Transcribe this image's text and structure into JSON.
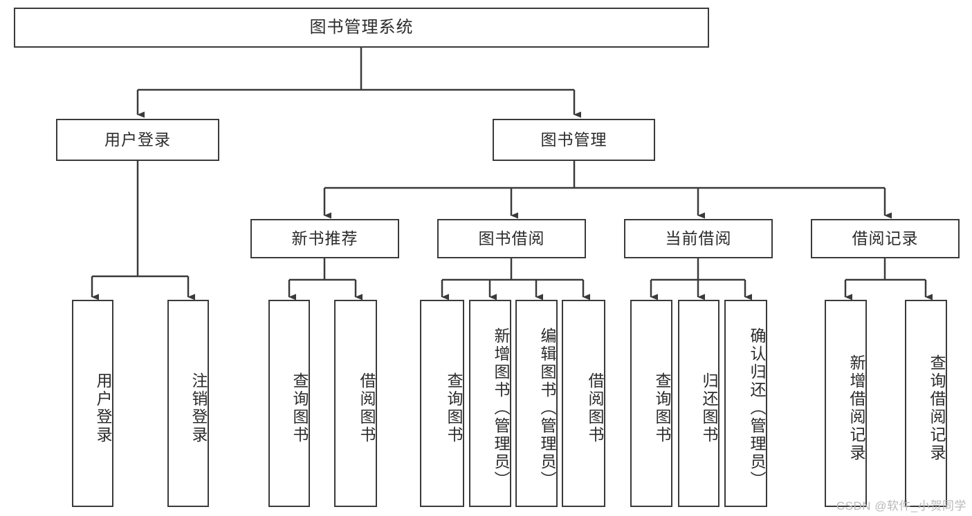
{
  "diagram": {
    "type": "tree",
    "title": "图书管理系统",
    "orientation": "top-down",
    "colors": {
      "node_border": "#3a3a3a",
      "node_fill": "#ffffff",
      "edge": "#3a3a3a",
      "text": "#2b2b2b",
      "watermark": "#b9b9b9",
      "background": "#ffffff"
    }
  },
  "root": {
    "label": "图书管理系统"
  },
  "level2": [
    {
      "label": "用户登录"
    },
    {
      "label": "图书管理"
    }
  ],
  "level3": [
    {
      "label": "新书推荐"
    },
    {
      "label": "图书借阅"
    },
    {
      "label": "当前借阅"
    },
    {
      "label": "借阅记录"
    }
  ],
  "leaves": {
    "user_login": [
      {
        "label": "用户登录"
      },
      {
        "label": "注销登录"
      }
    ],
    "new_book": [
      {
        "label": "查询图书"
      },
      {
        "label": "借阅图书"
      }
    ],
    "borrow_book": [
      {
        "label": "查询图书"
      },
      {
        "label": "新增图书（管理员）"
      },
      {
        "label": "编辑图书（管理员）"
      },
      {
        "label": "借阅图书"
      }
    ],
    "current_borrow": [
      {
        "label": "查询图书"
      },
      {
        "label": "归还图书"
      },
      {
        "label": "确认归还（管理员）"
      }
    ],
    "borrow_record": [
      {
        "label": "新增借阅记录"
      },
      {
        "label": "查询借阅记录"
      }
    ]
  },
  "watermark": {
    "text": "CSDN @软件_小贺同学"
  }
}
